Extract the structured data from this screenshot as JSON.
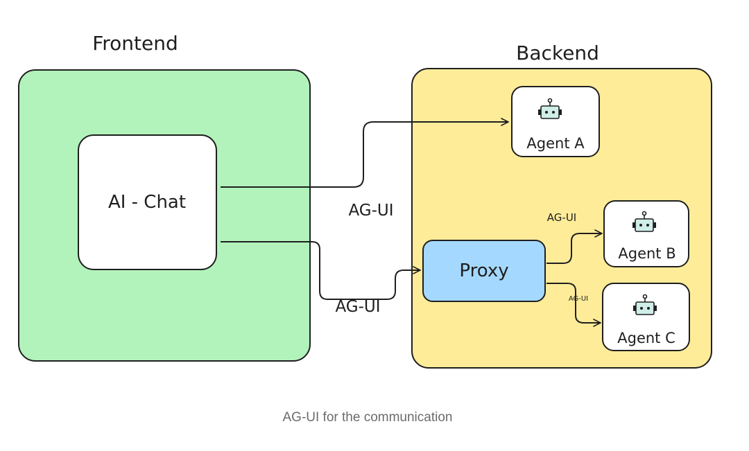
{
  "frontend": {
    "title": "Frontend",
    "fill": "#b2f2bb",
    "chat_label": "AI - Chat"
  },
  "backend": {
    "title": "Backend",
    "fill": "#ffec99",
    "proxy_label": "Proxy",
    "proxy_fill": "#a5d8ff",
    "agents": [
      {
        "label": "Agent A"
      },
      {
        "label": "Agent B"
      },
      {
        "label": "Agent C"
      }
    ]
  },
  "connections": {
    "chat_to_agents_label": "AG-UI",
    "chat_to_proxy_label": "AG-UI",
    "proxy_to_agent_b_label": "AG-UI",
    "proxy_to_agent_c_label": "AG-UI"
  },
  "icons": {
    "agent_icon": "robot-icon",
    "robot_fill": "#cfeee8"
  },
  "caption": "AG-UI for the communication"
}
